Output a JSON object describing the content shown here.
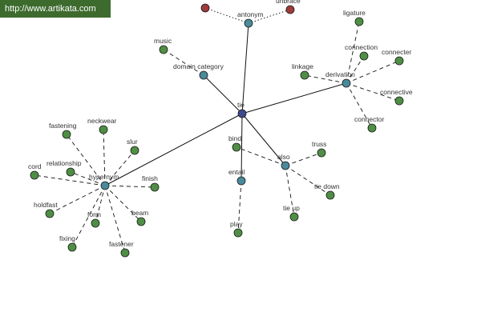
{
  "watermark": {
    "text": "http://www.artikata.com",
    "bg_color": "#3d6b2e"
  },
  "colors": {
    "root": "#3e4a8c",
    "relation": "#4a8a9a",
    "leaf": "#4f8f45",
    "antonym_leaf": "#a03b3b",
    "edge": "#111111"
  },
  "nodes": [
    {
      "id": "tie",
      "label": "tie",
      "kind": "root"
    },
    {
      "id": "antonym",
      "label": "antonym",
      "kind": "relation"
    },
    {
      "id": "domain_category",
      "label": "domain category",
      "kind": "relation"
    },
    {
      "id": "derivation",
      "label": "derivation",
      "kind": "relation"
    },
    {
      "id": "hypernym",
      "label": "hypernym",
      "kind": "relation"
    },
    {
      "id": "also",
      "label": "also",
      "kind": "relation"
    },
    {
      "id": "entail",
      "label": "entail",
      "kind": "relation"
    },
    {
      "id": "ant_left",
      "label": "",
      "kind": "antonym_leaf"
    },
    {
      "id": "unbrace",
      "label": "unbrace",
      "kind": "antonym_leaf"
    },
    {
      "id": "music",
      "label": "music",
      "kind": "leaf"
    },
    {
      "id": "ligature",
      "label": "ligature",
      "kind": "leaf"
    },
    {
      "id": "connection",
      "label": "connection",
      "kind": "leaf"
    },
    {
      "id": "connecter",
      "label": "connecter",
      "kind": "leaf"
    },
    {
      "id": "linkage",
      "label": "linkage",
      "kind": "leaf"
    },
    {
      "id": "connective",
      "label": "connective",
      "kind": "leaf"
    },
    {
      "id": "connector",
      "label": "connector",
      "kind": "leaf"
    },
    {
      "id": "fastening",
      "label": "fastening",
      "kind": "leaf"
    },
    {
      "id": "neckwear",
      "label": "neckwear",
      "kind": "leaf"
    },
    {
      "id": "slur",
      "label": "slur",
      "kind": "leaf"
    },
    {
      "id": "relationship",
      "label": "relationship",
      "kind": "leaf"
    },
    {
      "id": "cord",
      "label": "cord",
      "kind": "leaf"
    },
    {
      "id": "finish",
      "label": "finish",
      "kind": "leaf"
    },
    {
      "id": "holdfast",
      "label": "holdfast",
      "kind": "leaf"
    },
    {
      "id": "form",
      "label": "form",
      "kind": "leaf"
    },
    {
      "id": "beam",
      "label": "beam",
      "kind": "leaf"
    },
    {
      "id": "fixing",
      "label": "fixing",
      "kind": "leaf"
    },
    {
      "id": "fastener",
      "label": "fastener",
      "kind": "leaf"
    },
    {
      "id": "bind",
      "label": "bind",
      "kind": "leaf"
    },
    {
      "id": "truss",
      "label": "truss",
      "kind": "leaf"
    },
    {
      "id": "tie_down",
      "label": "tie down",
      "kind": "leaf"
    },
    {
      "id": "tie_up",
      "label": "tie up",
      "kind": "leaf"
    },
    {
      "id": "play",
      "label": "play",
      "kind": "leaf"
    }
  ],
  "edges": [
    {
      "from": "tie",
      "to": "antonym",
      "style": "solid"
    },
    {
      "from": "tie",
      "to": "domain_category",
      "style": "solid"
    },
    {
      "from": "tie",
      "to": "derivation",
      "style": "solid"
    },
    {
      "from": "tie",
      "to": "hypernym",
      "style": "solid"
    },
    {
      "from": "tie",
      "to": "also",
      "style": "solid"
    },
    {
      "from": "tie",
      "to": "entail",
      "style": "solid"
    },
    {
      "from": "antonym",
      "to": "ant_left",
      "style": "dotted"
    },
    {
      "from": "antonym",
      "to": "unbrace",
      "style": "dotted"
    },
    {
      "from": "domain_category",
      "to": "music",
      "style": "dashed"
    },
    {
      "from": "derivation",
      "to": "ligature",
      "style": "dashed"
    },
    {
      "from": "derivation",
      "to": "connection",
      "style": "dashed"
    },
    {
      "from": "derivation",
      "to": "connecter",
      "style": "dashed"
    },
    {
      "from": "derivation",
      "to": "linkage",
      "style": "dashed"
    },
    {
      "from": "derivation",
      "to": "connective",
      "style": "dashed"
    },
    {
      "from": "derivation",
      "to": "connector",
      "style": "dashed"
    },
    {
      "from": "hypernym",
      "to": "fastening",
      "style": "dashed"
    },
    {
      "from": "hypernym",
      "to": "neckwear",
      "style": "dashed"
    },
    {
      "from": "hypernym",
      "to": "slur",
      "style": "dashed"
    },
    {
      "from": "hypernym",
      "to": "relationship",
      "style": "dashed"
    },
    {
      "from": "hypernym",
      "to": "cord",
      "style": "dashed"
    },
    {
      "from": "hypernym",
      "to": "finish",
      "style": "dashed"
    },
    {
      "from": "hypernym",
      "to": "holdfast",
      "style": "dashed"
    },
    {
      "from": "hypernym",
      "to": "form",
      "style": "dashed"
    },
    {
      "from": "hypernym",
      "to": "beam",
      "style": "dashed"
    },
    {
      "from": "hypernym",
      "to": "fixing",
      "style": "dashed"
    },
    {
      "from": "hypernym",
      "to": "fastener",
      "style": "dashed"
    },
    {
      "from": "also",
      "to": "bind",
      "style": "dashed"
    },
    {
      "from": "also",
      "to": "truss",
      "style": "dashed"
    },
    {
      "from": "also",
      "to": "tie_down",
      "style": "dashed"
    },
    {
      "from": "also",
      "to": "tie_up",
      "style": "dashed"
    },
    {
      "from": "entail",
      "to": "play",
      "style": "dashed"
    }
  ]
}
